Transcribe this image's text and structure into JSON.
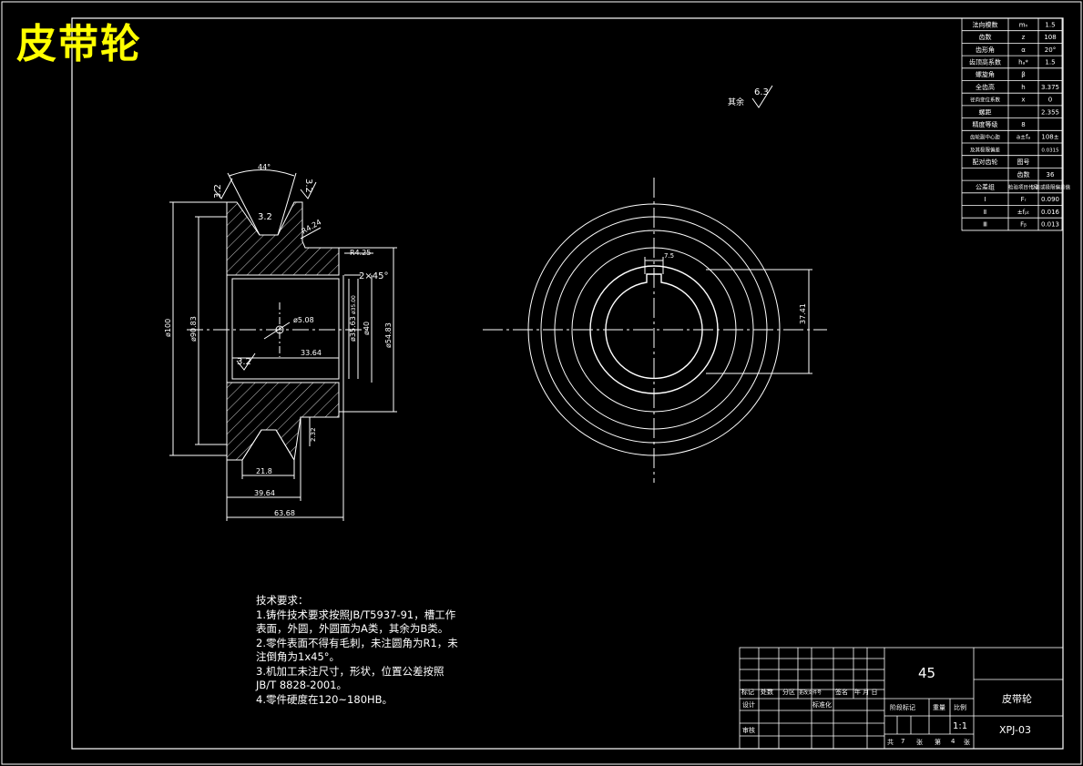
{
  "title": "皮带轮",
  "roughness_note": {
    "label": "其余",
    "value": "6.3"
  },
  "section_view": {
    "angle": "44°",
    "roughness_left": "3.2",
    "roughness_right": "3.2",
    "roughness_groove": "3.2",
    "roughness_bore": "3.2",
    "d_outer": "ø100",
    "d_inner": "ø90.83",
    "d_hub_left": "ø35.63",
    "d_bore_h": "ø35.00",
    "d_40": "ø40",
    "d_hub": "ø54.83",
    "hole": "ø5.08",
    "r1": "R4.24",
    "r2": "R4.25",
    "chamfer": "2×45°",
    "len_inner": "33.64",
    "len_groove": "21.8",
    "len_mid": "39.64",
    "len_total": "63.68",
    "groove_depth": "2.32"
  },
  "front_view": {
    "keyway_width": "7.5",
    "dim_vertical": "37.41"
  },
  "param_table": [
    [
      "法向模数",
      "mₙ",
      "1.5"
    ],
    [
      "齿数",
      "z",
      "108"
    ],
    [
      "齿形角",
      "α",
      "20°"
    ],
    [
      "齿顶高系数",
      "hₐ*",
      "1.5"
    ],
    [
      "螺旋角",
      "β",
      ""
    ],
    [
      "全齿高",
      "h",
      "3.375"
    ],
    [
      "径向变位系数",
      "x",
      "0"
    ],
    [
      "螺距",
      "",
      "2.355"
    ],
    [
      "精度等级",
      "8",
      ""
    ],
    [
      "齿轮副中心距",
      "a±fₐ",
      "108±"
    ],
    [
      "及其极限偏差",
      "",
      "0.0315"
    ],
    [
      "配对齿轮",
      "图号",
      ""
    ],
    [
      "",
      "齿数",
      "36"
    ],
    [
      "公差组",
      "检验项目代号",
      "公差或极限偏差值"
    ],
    [
      "Ⅰ",
      "Fᵣ",
      "0.090"
    ],
    [
      "Ⅱ",
      "±fₚₜ",
      "0.016"
    ],
    [
      "Ⅲ",
      "Fᵦ",
      "0.013"
    ]
  ],
  "tech_notes": [
    "技术要求：",
    "1.铸件技术要求按照JB/T5937-91，槽工作",
    "表面，外圆，外圆面为A类，其余为B类。",
    "2.零件表面不得有毛刺，未注圆角为R1，未",
    "注倒角为1x45°。",
    "3.机加工未注尺寸，形状，位置公差按照",
    "JB/T 8828-2001。",
    "4.零件硬度在120~180HB。"
  ],
  "title_block": {
    "material": "45",
    "part_name": "皮带轮",
    "drawing_no": "XPJ-03",
    "scale": "1:1",
    "h_mark": "标记",
    "h_count": "处数",
    "h_zone": "分区",
    "h_docno": "更改文件号",
    "h_sign": "签名",
    "h_date": "年 月 日",
    "h_design": "设计",
    "h_std": "标准化",
    "h_review": "审核",
    "h_stage": "阶段标记",
    "h_weight": "重量",
    "h_ratio": "比例",
    "h_total": "共",
    "h_total_n": "7",
    "h_sheet_unit": "张",
    "h_page": "第",
    "h_page_n": "4",
    "h_page_unit": "张"
  }
}
